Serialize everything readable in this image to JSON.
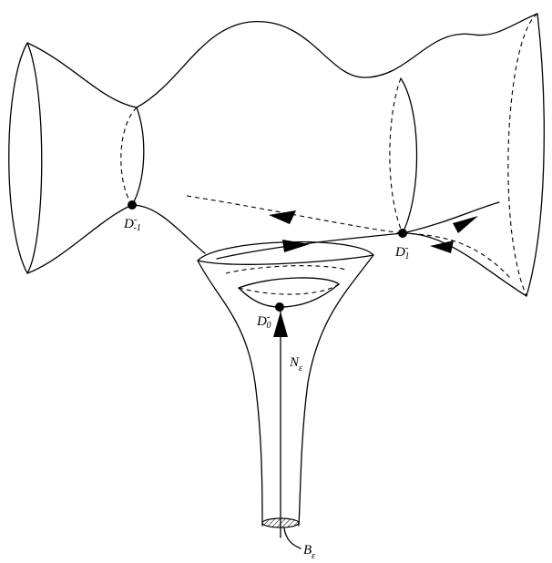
{
  "labels": {
    "d_minus1": {
      "base": "D",
      "sup": "-",
      "sub": "-1"
    },
    "d_1": {
      "base": "D",
      "sup": "-",
      "sub": "1"
    },
    "d_0": {
      "base": "D",
      "sup": "-",
      "sub": "0"
    },
    "n_eps": {
      "base": "N",
      "sub": "ε"
    },
    "b_eps": {
      "base": "B",
      "sub": "ε"
    }
  }
}
